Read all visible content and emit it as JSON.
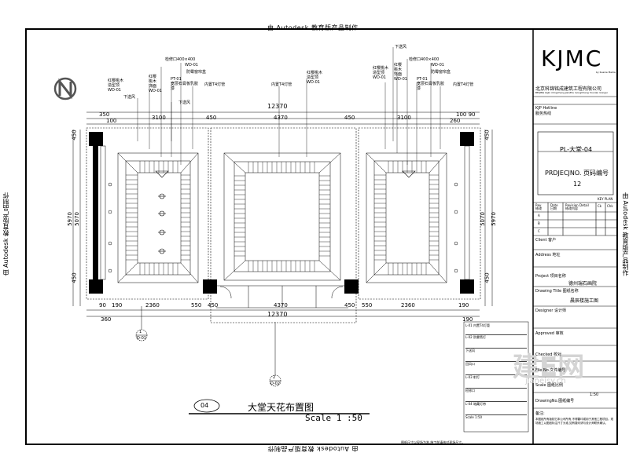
{
  "watermark": {
    "top": "由 Autodesk 教育版产品制作",
    "bottom": "由 Autodesk 教育版产品制作",
    "left": "由 Autodesk 教育版产品制作",
    "right": "由 Autodesk 教育版产品制作"
  },
  "north_arrow": "N",
  "drawing": {
    "number": "04",
    "title": "大堂天花布置图",
    "scale": "Scale 1 :50",
    "dims_top": {
      "overall": "12370",
      "segments": [
        "350",
        "100",
        "3100",
        "450",
        "4370",
        "450",
        "3100",
        "100 90",
        "260"
      ]
    },
    "dims_bottom": {
      "overall": "12370",
      "segments": [
        "90",
        "190",
        "2360",
        "550",
        "450",
        "4370",
        "450",
        "550",
        "2360",
        "190",
        "360",
        "190"
      ]
    },
    "dims_left": [
      "450",
      "5970",
      "5070",
      "450"
    ],
    "dims_right": [
      "450",
      "5070",
      "5970",
      "450"
    ],
    "section_marks": [
      {
        "num": "1",
        "sheet": "D-01"
      },
      {
        "num": "2",
        "sheet": "D-02"
      }
    ],
    "annotations_left": [
      "红樱桃木\n造型顶\nWD-01",
      "检修口400×400",
      "红樱\n桃木\n饰面\nWD-01",
      "WD-01",
      "PT-01\n宽层石膏板乳胶\n漆",
      "防霉窗帘盒",
      "内置T4灯管",
      "下送风",
      "下送风"
    ],
    "annotations_center": [
      "内置T4灯管",
      "红樱桃木\n造型顶\nWD-01"
    ],
    "annotations_right": [
      "下送风",
      "检修口400×400",
      "红樱桃木\n造型顶\nWD-01",
      "红樱\n桃木\n饰面\nWD-01",
      "WD-01",
      "PT-01\n宽层石膏板乳胶\n漆",
      "防霉窗帘盒",
      "内置T4灯管"
    ]
  },
  "title_block": {
    "logo": "KJMC",
    "logo_sub": "by Kuanie Media",
    "company_cn": "北京科锦铭成建筑工程有限公司",
    "company_en": "BEIJING keJin mIngcheng JianZhu GongCheng Youxian Gongsi",
    "hotline_label": "KJP Hotline",
    "hotline_cn": "服务热线",
    "sheet_code": "PL-大堂-04",
    "project_no_label": "PRDJECJNO. 页码编号",
    "project_no": "12",
    "key_plan": "KEY PLAN",
    "revision_headers": [
      "Rev.\n修改",
      "Date\n日期",
      "Revision Detail\n修改内容",
      "Ck",
      "Chk"
    ],
    "revision_rows": [
      "A",
      "B",
      "C"
    ],
    "client_label": "Client 客户",
    "address_label": "Address 地址",
    "project_label": "Project 项目名称",
    "project_value": "德州瑞石画院",
    "drawing_title_label": "Drawing Title 图纸名称",
    "drawing_title_value": "晨辰楼施工图",
    "designer_label": "Designer 设计师",
    "approved_label": "Approved 审核",
    "checked_label": "Checked 校对",
    "file_label": "File No.文件编号",
    "scale_label": "Scale 图纸比例",
    "scale_value": "1:50",
    "drawing_no_label": "DrawingNo.图纸编号",
    "remarks_label": "备注:",
    "remarks_text": "本图纸所有版权归本公司所有,不得翻印或用于其他工程项目。现场施工以图纸标注尺寸为准,如有疑问请与设计师联系确认。"
  },
  "legend": {
    "rows": [
      "L-01 内置T4灯管",
      "L-02 防雾筒灯",
      "下送风",
      "回风口",
      "L-03 射灯",
      "检修口",
      "L-04 暗藏灯带"
    ],
    "scale_text": "Scale",
    "scale_value": "1:50",
    "footer": "图纸尺寸以现场为准,施工前请核对现场尺寸。"
  },
  "site_watermark": {
    "main": "建E网",
    "url": "jianeisy.cn"
  }
}
